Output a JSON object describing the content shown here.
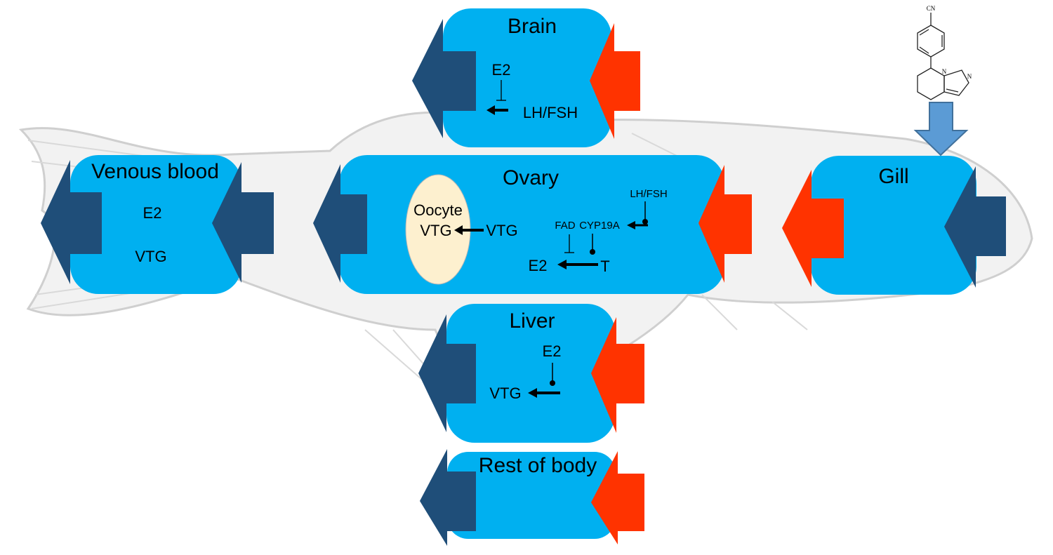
{
  "compartments": {
    "brain": {
      "title": "Brain",
      "e2": "E2",
      "lhfsh": "LH/FSH"
    },
    "venous": {
      "title": "Venous blood",
      "e2": "E2",
      "vtg": "VTG"
    },
    "ovary": {
      "title": "Ovary",
      "oocyte": "Oocyte",
      "oocyte_vtg": "VTG",
      "vtg": "VTG",
      "lhfsh": "LH/FSH",
      "fad": "FAD",
      "cyp19a": "CYP19A",
      "e2": "E2",
      "t": "T"
    },
    "gill": {
      "title": "Gill"
    },
    "liver": {
      "title": "Liver",
      "e2": "E2",
      "vtg": "VTG"
    },
    "rest": {
      "title": "Rest of body"
    }
  },
  "chemical": {
    "substituent_label": "CN",
    "ring_n1": "N",
    "ring_n2": "N"
  },
  "colors": {
    "box": "#00B0F0",
    "outflow_arrow": "#1F4E79",
    "inflow_arrow": "#FF3300",
    "dose_arrow": "#5B9BD5",
    "oocyte_fill": "#FDF0CF",
    "fish_outline": "#d6d6d6"
  }
}
